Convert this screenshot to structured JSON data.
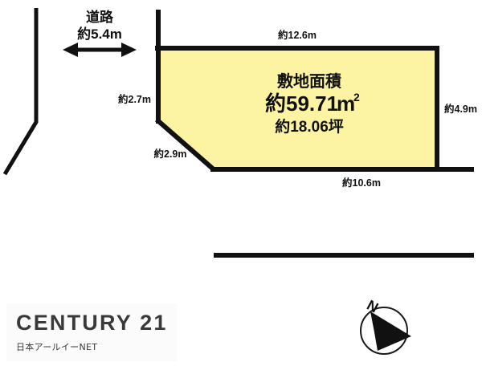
{
  "figure": {
    "title_hidden": "",
    "colors": {
      "parcel_fill": "#fcf4a3",
      "line": "#111111",
      "text": "#111111",
      "background": "#ffffff",
      "logo_text": "#3a3a3a",
      "logo_panel": "#fbfbfb"
    },
    "road": {
      "name_label": "道路",
      "width_label": "約5.4m"
    },
    "parcel": {
      "area_caption": "敷地面積",
      "area_sqm": "約59.71",
      "area_sqm_unit": "m",
      "area_sqm_exponent": "2",
      "area_tsubo": "約18.06坪",
      "dimensions": {
        "top": "約12.6m",
        "right": "約4.9m",
        "bottom": "約10.6m",
        "left_upper": "約2.7m",
        "left_diagonal": "約2.9m"
      }
    },
    "compass": {
      "north_label": "N"
    }
  },
  "brand": {
    "name": "CENTURY 21",
    "subtitle": "日本アールイーNET"
  },
  "chart_data": {
    "type": "diagram",
    "subtype": "land-plot-survey",
    "title": "敷地面積",
    "area_sqm": 59.71,
    "area_tsubo": 18.06,
    "units": {
      "area": "m2",
      "length": "m"
    },
    "edges": [
      {
        "name": "top",
        "label": "約12.6m",
        "length_m": 12.6,
        "orientation": "horizontal"
      },
      {
        "name": "right",
        "label": "約4.9m",
        "length_m": 4.9,
        "orientation": "vertical"
      },
      {
        "name": "bottom",
        "label": "約10.6m",
        "length_m": 10.6,
        "orientation": "horizontal"
      },
      {
        "name": "left-upper",
        "label": "約2.7m",
        "length_m": 2.7,
        "orientation": "vertical"
      },
      {
        "name": "left-diagonal",
        "label": "約2.9m",
        "length_m": 2.9,
        "orientation": "diagonal"
      }
    ],
    "road": {
      "label": "道路",
      "width_label": "約5.4m",
      "width_m": 5.4,
      "position": "west"
    },
    "north_direction_deg": 60,
    "fill_color": "#fcf4a3",
    "stroke_color": "#111111"
  }
}
